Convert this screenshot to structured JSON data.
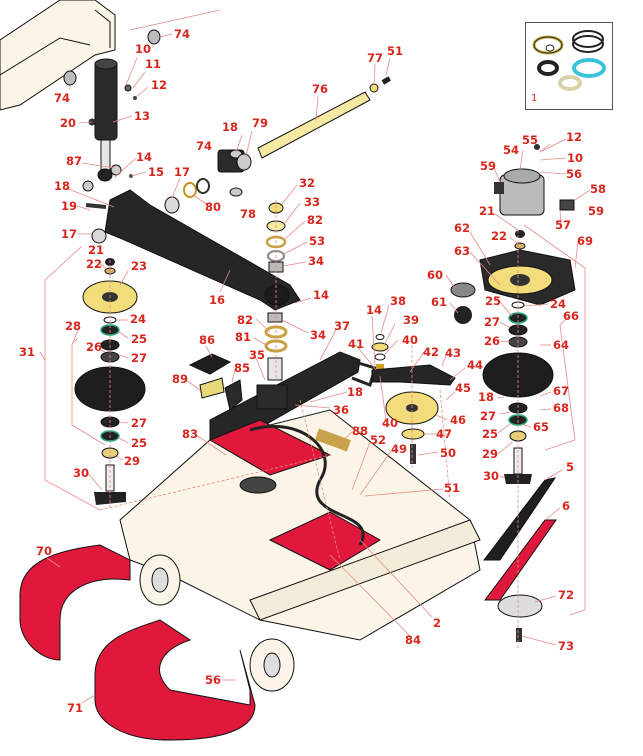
{
  "diagram": {
    "title": "Mower deck exploded parts diagram",
    "colors": {
      "callout": "#d9261c",
      "leader": "#e88a86",
      "deck": "#faf5e6",
      "red_parts": "#e0193c",
      "black_parts": "#222222",
      "yellow_parts": "#f5e6a0",
      "seal_cyan": "#3cc3dc"
    },
    "kit_inset": {
      "label": "1",
      "contents": [
        "wiper seal",
        "o-ring",
        "o-ring",
        "rod seal",
        "piston seal",
        "wear ring"
      ]
    },
    "callouts": [
      {
        "id": "c74a",
        "text": "74"
      },
      {
        "id": "c10a",
        "text": "10"
      },
      {
        "id": "c11",
        "text": "11"
      },
      {
        "id": "c12a",
        "text": "12"
      },
      {
        "id": "c74b",
        "text": "74"
      },
      {
        "id": "c20",
        "text": "20"
      },
      {
        "id": "c13",
        "text": "13"
      },
      {
        "id": "c87",
        "text": "87"
      },
      {
        "id": "c14a",
        "text": "14"
      },
      {
        "id": "c15",
        "text": "15"
      },
      {
        "id": "c18a",
        "text": "18"
      },
      {
        "id": "c19",
        "text": "19"
      },
      {
        "id": "c17a",
        "text": "17"
      },
      {
        "id": "c17b",
        "text": "17"
      },
      {
        "id": "c21a",
        "text": "21"
      },
      {
        "id": "c80",
        "text": "80"
      },
      {
        "id": "c74c",
        "text": "74"
      },
      {
        "id": "c18b",
        "text": "18"
      },
      {
        "id": "c79",
        "text": "79"
      },
      {
        "id": "c78",
        "text": "78"
      },
      {
        "id": "c76",
        "text": "76"
      },
      {
        "id": "c77",
        "text": "77"
      },
      {
        "id": "c51a",
        "text": "51"
      },
      {
        "id": "c32",
        "text": "32"
      },
      {
        "id": "c33",
        "text": "33"
      },
      {
        "id": "c82a",
        "text": "82"
      },
      {
        "id": "c53",
        "text": "53"
      },
      {
        "id": "c34a",
        "text": "34"
      },
      {
        "id": "c16",
        "text": "16"
      },
      {
        "id": "c14b",
        "text": "14"
      },
      {
        "id": "c82b",
        "text": "82"
      },
      {
        "id": "c34b",
        "text": "34"
      },
      {
        "id": "c81",
        "text": "81"
      },
      {
        "id": "c35",
        "text": "35"
      },
      {
        "id": "c37",
        "text": "37"
      },
      {
        "id": "c86",
        "text": "86"
      },
      {
        "id": "c85",
        "text": "85"
      },
      {
        "id": "c89",
        "text": "89"
      },
      {
        "id": "c18c",
        "text": "18"
      },
      {
        "id": "c36",
        "text": "36"
      },
      {
        "id": "c83",
        "text": "83"
      },
      {
        "id": "c88",
        "text": "88"
      },
      {
        "id": "c22a",
        "text": "22"
      },
      {
        "id": "c23",
        "text": "23"
      },
      {
        "id": "c24a",
        "text": "24"
      },
      {
        "id": "c28",
        "text": "28"
      },
      {
        "id": "c25a",
        "text": "25"
      },
      {
        "id": "c26a",
        "text": "26"
      },
      {
        "id": "c27a",
        "text": "27"
      },
      {
        "id": "c31",
        "text": "31"
      },
      {
        "id": "c27b",
        "text": "27"
      },
      {
        "id": "c25b",
        "text": "25"
      },
      {
        "id": "c29a",
        "text": "29"
      },
      {
        "id": "c30a",
        "text": "30"
      },
      {
        "id": "c55",
        "text": "55"
      },
      {
        "id": "c12b",
        "text": "12"
      },
      {
        "id": "c54",
        "text": "54"
      },
      {
        "id": "c10b",
        "text": "10"
      },
      {
        "id": "c59a",
        "text": "59"
      },
      {
        "id": "c56a",
        "text": "56"
      },
      {
        "id": "c58",
        "text": "58"
      },
      {
        "id": "c59b",
        "text": "59"
      },
      {
        "id": "c57",
        "text": "57"
      },
      {
        "id": "c21b",
        "text": "21"
      },
      {
        "id": "c69",
        "text": "69"
      },
      {
        "id": "c22b",
        "text": "22"
      },
      {
        "id": "c62",
        "text": "62"
      },
      {
        "id": "c63",
        "text": "63"
      },
      {
        "id": "c60",
        "text": "60"
      },
      {
        "id": "c61",
        "text": "61"
      },
      {
        "id": "c25c",
        "text": "25"
      },
      {
        "id": "c24b",
        "text": "24"
      },
      {
        "id": "c66",
        "text": "66"
      },
      {
        "id": "c27c",
        "text": "27"
      },
      {
        "id": "c26b",
        "text": "26"
      },
      {
        "id": "c64",
        "text": "64"
      },
      {
        "id": "c38",
        "text": "38"
      },
      {
        "id": "c14c",
        "text": "14"
      },
      {
        "id": "c39",
        "text": "39"
      },
      {
        "id": "c40a",
        "text": "40"
      },
      {
        "id": "c41",
        "text": "41"
      },
      {
        "id": "c42",
        "text": "42"
      },
      {
        "id": "c43",
        "text": "43"
      },
      {
        "id": "c44",
        "text": "44"
      },
      {
        "id": "c45",
        "text": "45"
      },
      {
        "id": "c18d",
        "text": "18"
      },
      {
        "id": "c67",
        "text": "67"
      },
      {
        "id": "c68",
        "text": "68"
      },
      {
        "id": "c27d",
        "text": "27"
      },
      {
        "id": "c46",
        "text": "46"
      },
      {
        "id": "c40b",
        "text": "40"
      },
      {
        "id": "c47",
        "text": "47"
      },
      {
        "id": "c65",
        "text": "65"
      },
      {
        "id": "c25d",
        "text": "25"
      },
      {
        "id": "c52",
        "text": "52"
      },
      {
        "id": "c49",
        "text": "49"
      },
      {
        "id": "c50",
        "text": "50"
      },
      {
        "id": "c29b",
        "text": "29"
      },
      {
        "id": "c30b",
        "text": "30"
      },
      {
        "id": "c5",
        "text": "5"
      },
      {
        "id": "c51b",
        "text": "51"
      },
      {
        "id": "c6",
        "text": "6"
      },
      {
        "id": "c70",
        "text": "70"
      },
      {
        "id": "c72",
        "text": "72"
      },
      {
        "id": "c73",
        "text": "73"
      },
      {
        "id": "c2",
        "text": "2"
      },
      {
        "id": "c84",
        "text": "84"
      },
      {
        "id": "c56b",
        "text": "56"
      },
      {
        "id": "c71",
        "text": "71"
      }
    ]
  }
}
